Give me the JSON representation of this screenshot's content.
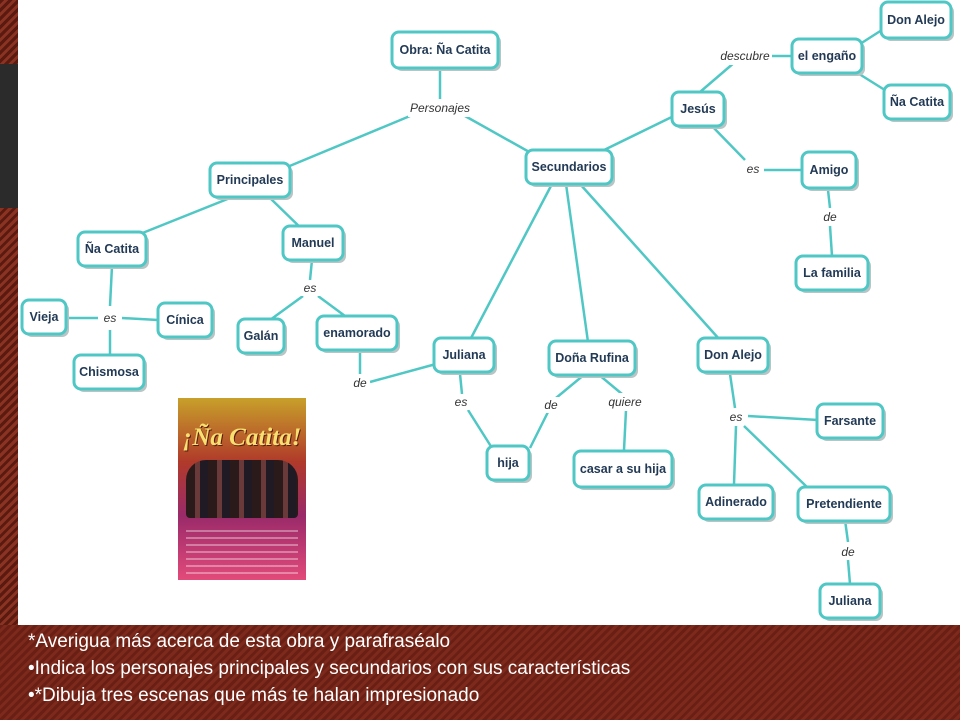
{
  "nodes": [
    {
      "id": "root",
      "label": "Obra: Ña Catita"
    },
    {
      "id": "principales",
      "label": "Principales"
    },
    {
      "id": "secundarios",
      "label": "Secundarios"
    },
    {
      "id": "na_catita",
      "label": "Ña Catita"
    },
    {
      "id": "manuel",
      "label": "Manuel"
    },
    {
      "id": "vieja",
      "label": "Vieja"
    },
    {
      "id": "cinica",
      "label": "Cínica"
    },
    {
      "id": "chismosa",
      "label": "Chismosa"
    },
    {
      "id": "galan",
      "label": "Galán"
    },
    {
      "id": "enamorado",
      "label": "enamorado"
    },
    {
      "id": "jesus",
      "label": "Jesús"
    },
    {
      "id": "el_engano",
      "label": "el engaño"
    },
    {
      "id": "don_alejo_top",
      "label": "Don Alejo"
    },
    {
      "id": "na_catita_2",
      "label": "Ña Catita"
    },
    {
      "id": "amigo",
      "label": "Amigo"
    },
    {
      "id": "la_familia",
      "label": "La familia"
    },
    {
      "id": "juliana",
      "label": "Juliana"
    },
    {
      "id": "dona_rufina",
      "label": "Doña Rufina"
    },
    {
      "id": "don_alejo",
      "label": "Don Alejo"
    },
    {
      "id": "hija",
      "label": "hija"
    },
    {
      "id": "casar",
      "label": "casar a su hija"
    },
    {
      "id": "farsante",
      "label": "Farsante"
    },
    {
      "id": "adinerado",
      "label": "Adinerado"
    },
    {
      "id": "pretendiente",
      "label": "Pretendiente"
    },
    {
      "id": "juliana_2",
      "label": "Juliana"
    }
  ],
  "edge_labels": [
    {
      "id": "personajes",
      "text": "Personajes"
    },
    {
      "id": "es_catita",
      "text": "es"
    },
    {
      "id": "es_manuel",
      "text": "es"
    },
    {
      "id": "de_enamorado",
      "text": "de"
    },
    {
      "id": "descubre",
      "text": "descubre"
    },
    {
      "id": "es_jesus",
      "text": "es"
    },
    {
      "id": "de_amigo",
      "text": "de"
    },
    {
      "id": "es_juliana",
      "text": "es"
    },
    {
      "id": "de_rufina",
      "text": "de"
    },
    {
      "id": "quiere",
      "text": "quiere"
    },
    {
      "id": "es_alejo",
      "text": "es"
    },
    {
      "id": "de_pretendiente",
      "text": "de"
    }
  ],
  "poster": {
    "title": "¡Ña Catita!"
  },
  "bottom": {
    "line1": "*Averigua más acerca de esta obra y parafraséalo",
    "line2": "•Indica los personajes principales y secundarios con sus características",
    "line3": "•*Dibuja tres escenas que más te halan impresionado"
  },
  "colors": {
    "node_border": "#4fc7c4",
    "node_text": "#223a55",
    "band": "#7d2a1c"
  }
}
